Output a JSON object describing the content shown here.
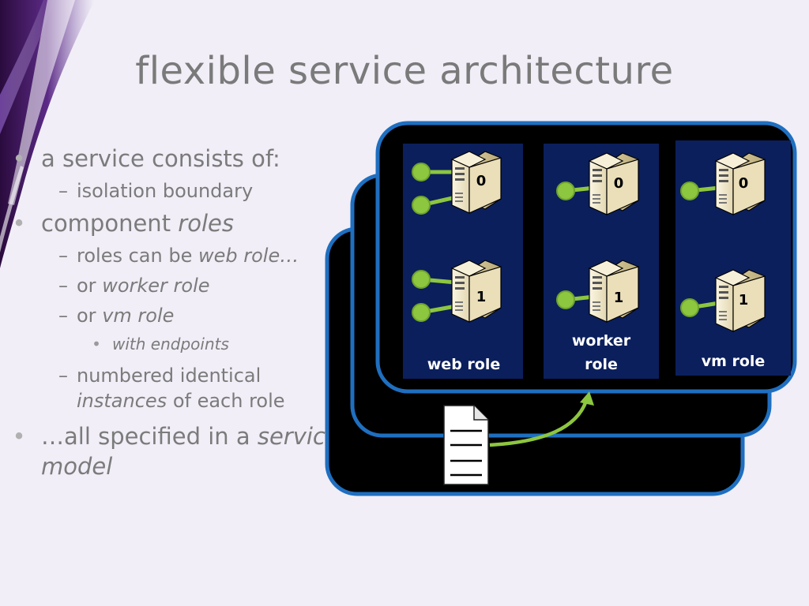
{
  "slide": {
    "title": "flexible service architecture"
  },
  "bullets": {
    "b1": "a service consists of:",
    "b1_1": "isolation boundary",
    "b2_plain": "component ",
    "b2_italic": "roles",
    "b2_1_plain": "roles can be ",
    "b2_1_italic": "web role…",
    "b2_2_plain": "or ",
    "b2_2_italic": "worker role",
    "b2_3_plain": "or ",
    "b2_3_italic": "vm role",
    "b2_3_1": "with endpoints",
    "b2_4_line1": "numbered identical",
    "b2_4_italic": "instances",
    "b2_4_rest": " of each role",
    "b3_plain": "…all specified in a ",
    "b3_italic1": "service",
    "b3_italic2": "model",
    "marker_bullet": "•",
    "marker_dash": "–"
  },
  "diagram": {
    "roles": [
      {
        "label_line1": "web role",
        "label_line2": "",
        "instances": [
          "0",
          "1"
        ],
        "endpoints_per_instance": 2
      },
      {
        "label_line1": "worker",
        "label_line2": "role",
        "instances": [
          "0",
          "1"
        ],
        "endpoints_per_instance": 1
      },
      {
        "label_line1": "vm role",
        "label_line2": "",
        "instances": [
          "0",
          "1"
        ],
        "endpoints_per_instance": 1
      }
    ],
    "icons": {
      "server": "server-icon",
      "endpoint": "endpoint-icon",
      "document": "service-model-document-icon",
      "arrow": "curved-arrow-icon"
    },
    "colors": {
      "boundary_fill": "#000000",
      "boundary_stroke": "#1f6fc0",
      "panel_fill": "#0b1f5c",
      "endpoint_green": "#8dc63f",
      "label_text": "#ffffff",
      "server_body": "#f3ecd2",
      "arrow_green": "#8dc63f"
    }
  }
}
